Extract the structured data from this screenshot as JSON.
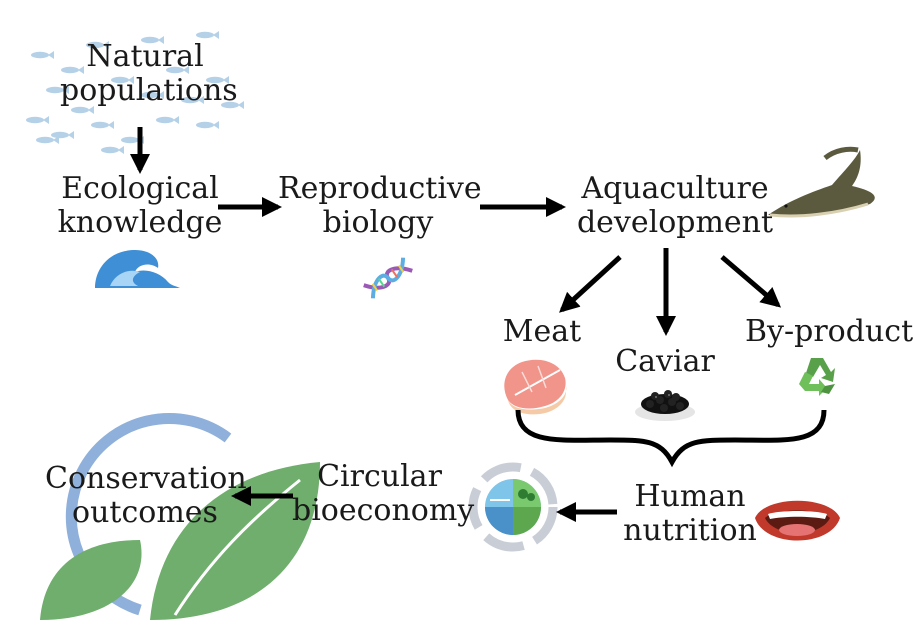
{
  "nodes": {
    "natural_populations": [
      "Natural",
      "populations"
    ],
    "ecological_knowledge": [
      "Ecological",
      "knowledge"
    ],
    "reproductive_biology": [
      "Reproductive",
      "biology"
    ],
    "aquaculture_development": [
      "Aquaculture",
      "development"
    ],
    "meat": "Meat",
    "caviar": "Caviar",
    "by_product": "By-product",
    "human_nutrition": [
      "Human",
      "nutrition"
    ],
    "circular_bioeconomy": [
      "Circular",
      "bioeconomy"
    ],
    "conservation_outcomes": [
      "Conservation",
      "outcomes"
    ]
  },
  "colors": {
    "text": "#1a1a1a",
    "arrow": "#000000",
    "fish": "#a9c9e4",
    "wave": "#3f8fd6",
    "leaf": "#6fae6c",
    "ring": "#8fb0da"
  },
  "icons": [
    "fish-school-icon",
    "wave-icon",
    "dna-icon",
    "sturgeon-icon",
    "salmon-steak-icon",
    "caviar-icon",
    "recycle-icon",
    "ecosystem-cycle-icon",
    "mouth-icon",
    "leaf-icon"
  ]
}
